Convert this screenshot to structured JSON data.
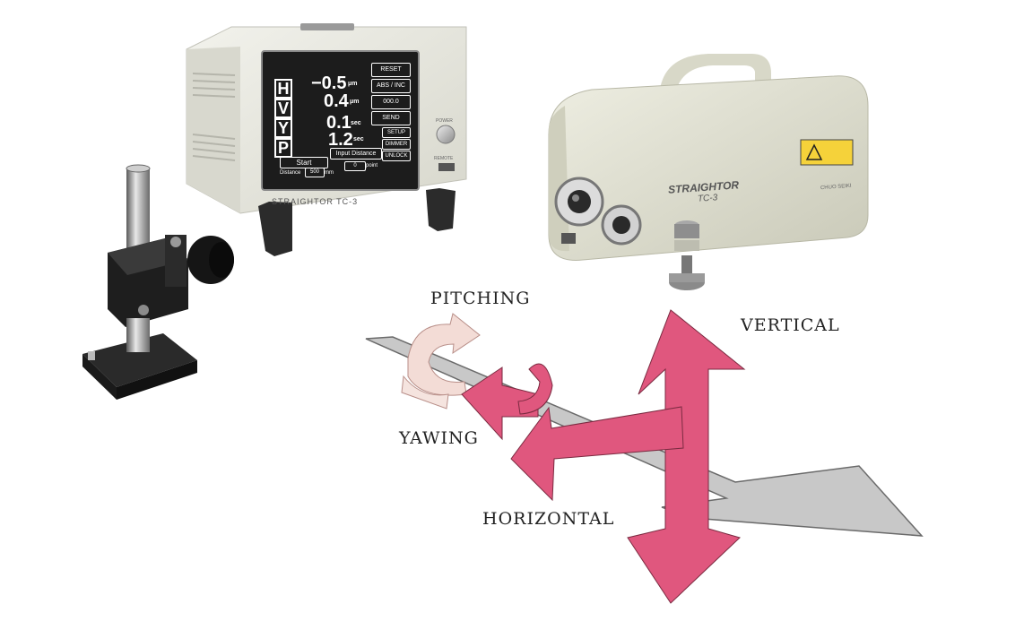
{
  "motions": {
    "pitching": "PITCHING",
    "vertical": "VERTICAL",
    "yawing": "YAWING",
    "horizontal": "HORIZONTAL"
  },
  "controller": {
    "model_label": "STRAIGHTOR TC-3",
    "power_label": "POWER",
    "remote_label": "REMOTE",
    "axes": [
      "H",
      "V",
      "Y",
      "P"
    ],
    "readings": [
      {
        "value": "−0.5",
        "unit": "μm"
      },
      {
        "value": "0.4",
        "unit": "μm"
      },
      {
        "value": "0.1",
        "unit": "sec"
      },
      {
        "value": "1.2",
        "unit": "sec"
      }
    ],
    "buttons": [
      "RESET",
      "ABS / INC",
      "000.0",
      "SEND",
      "SETUP",
      "DIMMER",
      "UNLOCK"
    ],
    "start_label": "Start",
    "input_distance_label": "Input Distance",
    "distance_label": "Distance",
    "distance_value": "500",
    "distance_unit": "mm",
    "point_value": "0",
    "point_label": "point"
  },
  "sensor": {
    "brand": "STRAIGHTOR",
    "model": "TC-3",
    "maker": "CHUO SEIKI"
  },
  "colors": {
    "arrow_pink": "#e0577e",
    "arrow_gray": "#c8c8c8",
    "pitch_pale": "#f3dcd6",
    "screen_bg": "#1c1c1c",
    "case_cream": "#e6e6dc"
  }
}
